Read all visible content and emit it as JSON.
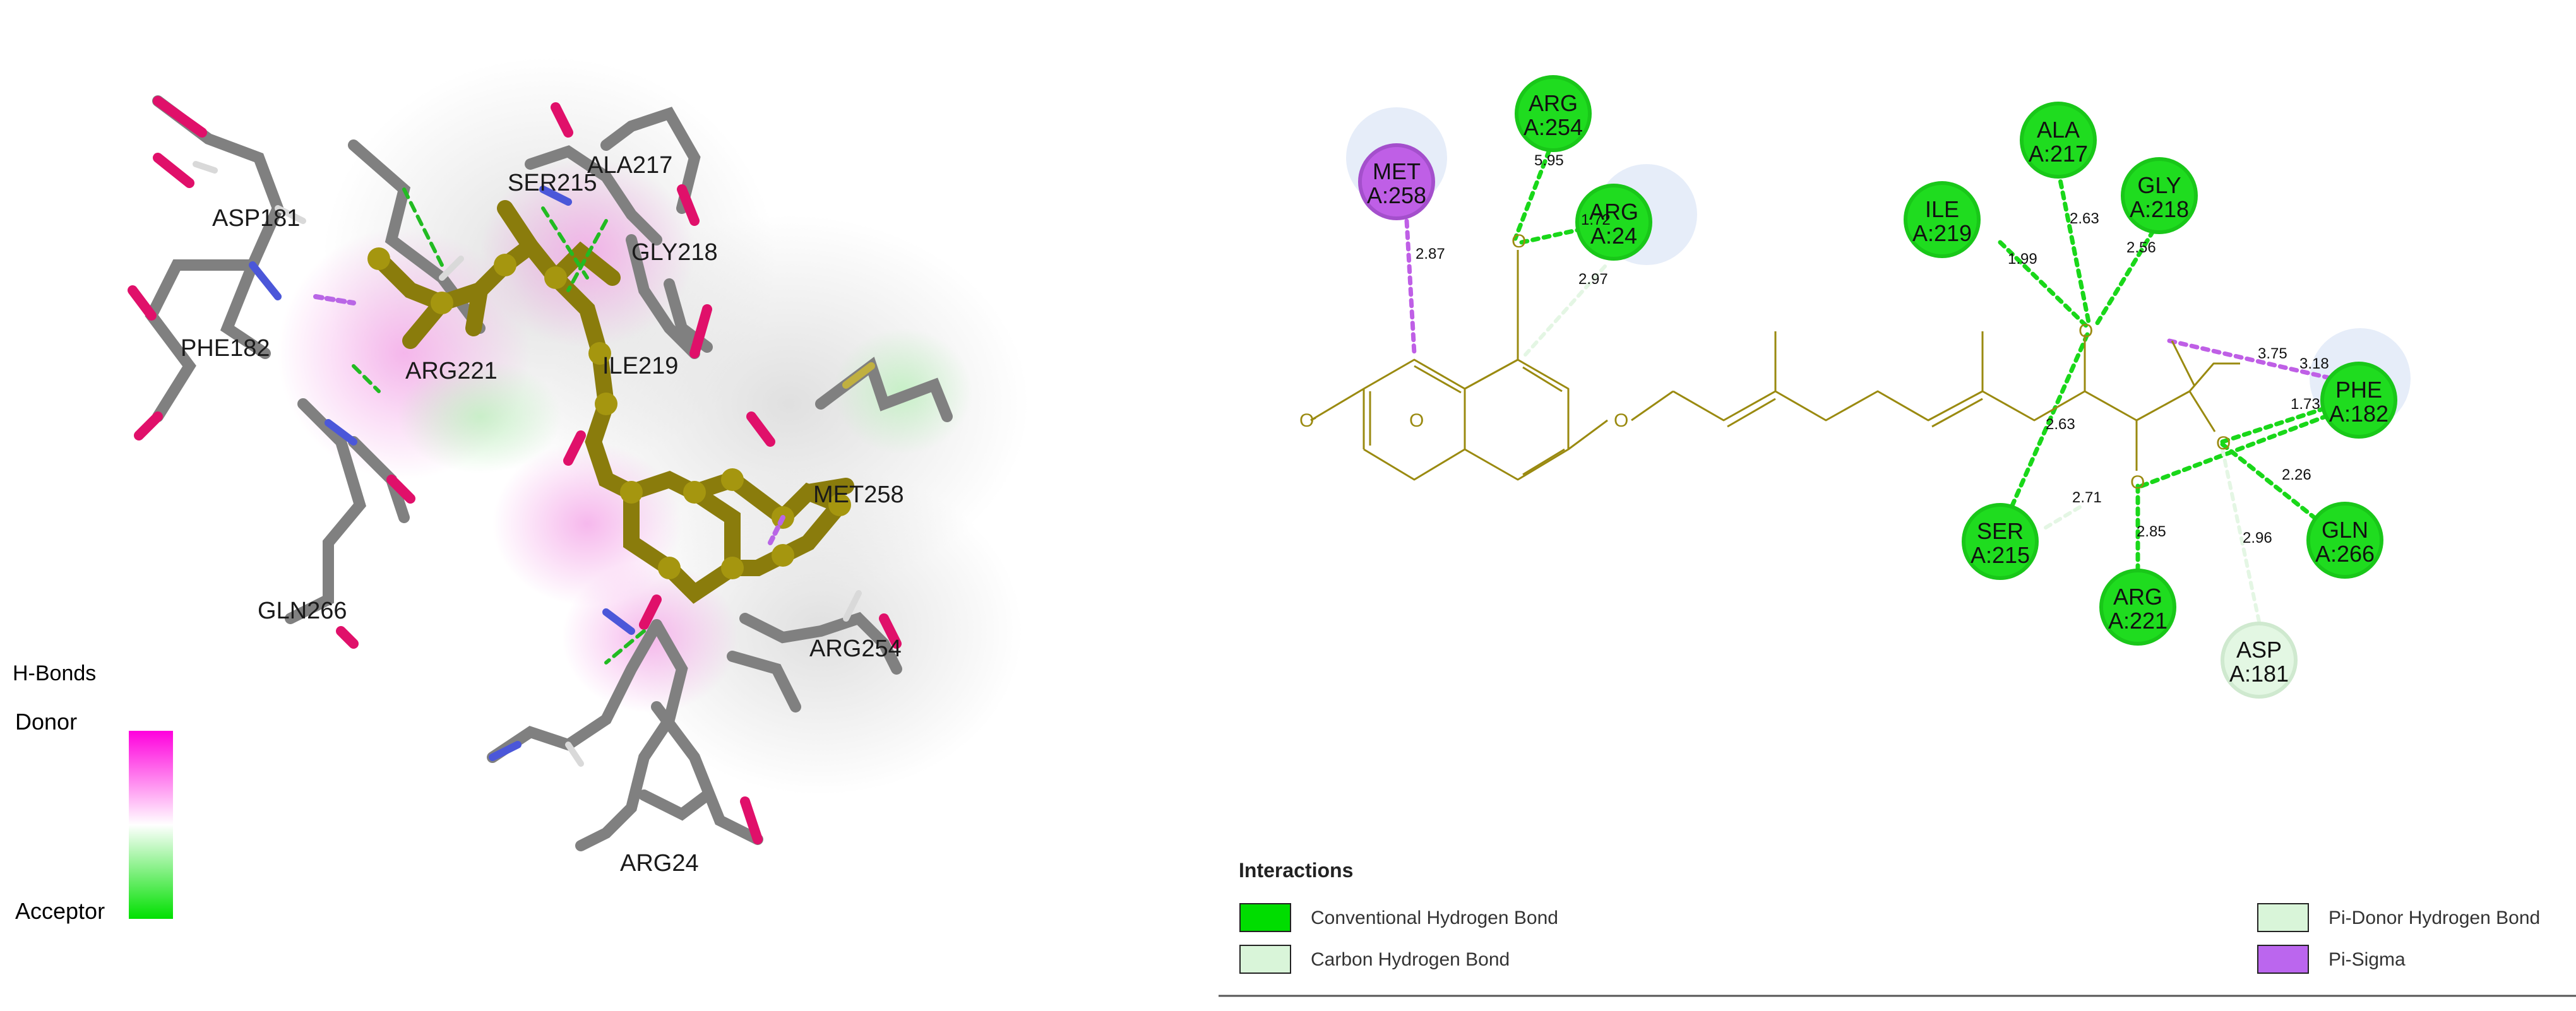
{
  "left_panel": {
    "residue_labels": [
      {
        "id": "asp181",
        "text": "ASP181"
      },
      {
        "id": "phe182",
        "text": "PHE182"
      },
      {
        "id": "ser215",
        "text": "SER215"
      },
      {
        "id": "ala217",
        "text": "ALA217"
      },
      {
        "id": "gly218",
        "text": "GLY218"
      },
      {
        "id": "arg221",
        "text": "ARG221"
      },
      {
        "id": "ile219",
        "text": "ILE219"
      },
      {
        "id": "met258",
        "text": "MET258"
      },
      {
        "id": "gln266",
        "text": "GLN266"
      },
      {
        "id": "arg254",
        "text": "ARG254"
      },
      {
        "id": "arg24",
        "text": "ARG24"
      }
    ],
    "legend": {
      "title": "H-Bonds",
      "top_label": "Donor",
      "bottom_label": "Acceptor",
      "colors": {
        "donor": "#ff00dd",
        "mid": "#ffffff",
        "acceptor": "#00e000"
      }
    }
  },
  "right_panel": {
    "residues": [
      {
        "id": "met258",
        "line1": "MET",
        "line2": "A:258",
        "type": "pi_sigma"
      },
      {
        "id": "arg254",
        "line1": "ARG",
        "line2": "A:254",
        "type": "conventional_hb"
      },
      {
        "id": "arg24",
        "line1": "ARG",
        "line2": "A:24",
        "type": "conventional_hb"
      },
      {
        "id": "ala217",
        "line1": "ALA",
        "line2": "A:217",
        "type": "conventional_hb"
      },
      {
        "id": "gly218",
        "line1": "GLY",
        "line2": "A:218",
        "type": "conventional_hb"
      },
      {
        "id": "ile219",
        "line1": "ILE",
        "line2": "A:219",
        "type": "conventional_hb"
      },
      {
        "id": "phe182",
        "line1": "PHE",
        "line2": "A:182",
        "type": "conventional_hb"
      },
      {
        "id": "gln266",
        "line1": "GLN",
        "line2": "A:266",
        "type": "conventional_hb"
      },
      {
        "id": "ser215",
        "line1": "SER",
        "line2": "A:215",
        "type": "conventional_hb"
      },
      {
        "id": "arg221",
        "line1": "ARG",
        "line2": "A:221",
        "type": "conventional_hb"
      },
      {
        "id": "asp181",
        "line1": "ASP",
        "line2": "A:181",
        "type": "carbon_hb"
      }
    ],
    "distances": [
      {
        "id": "d_met258",
        "text": "2.87"
      },
      {
        "id": "d_arg254",
        "text": "5.95"
      },
      {
        "id": "d_arg24a",
        "text": "1.72"
      },
      {
        "id": "d_arg24b",
        "text": "2.97"
      },
      {
        "id": "d_ile219",
        "text": "1.99"
      },
      {
        "id": "d_ala217",
        "text": "2.63"
      },
      {
        "id": "d_gly218",
        "text": "2.56"
      },
      {
        "id": "d_phe_a",
        "text": "3.75"
      },
      {
        "id": "d_phe_b",
        "text": "3.18"
      },
      {
        "id": "d_phe_c",
        "text": "1.73"
      },
      {
        "id": "d_ser215a",
        "text": "2.63"
      },
      {
        "id": "d_ser215b",
        "text": "2.71"
      },
      {
        "id": "d_gln266",
        "text": "2.26"
      },
      {
        "id": "d_arg221",
        "text": "2.85"
      },
      {
        "id": "d_asp181",
        "text": "2.96"
      }
    ],
    "atom_labels": [
      "O",
      "O",
      "O",
      "O",
      "O",
      "O",
      "O"
    ],
    "interactions": {
      "title": "Interactions",
      "items": [
        {
          "id": "conventional",
          "label": "Conventional Hydrogen Bond",
          "color": "#00dd00"
        },
        {
          "id": "carbon",
          "label": "Carbon Hydrogen Bond",
          "color": "#d9f5d9"
        },
        {
          "id": "pidonor",
          "label": "Pi-Donor Hydrogen Bond",
          "color": "#d9f5d9"
        },
        {
          "id": "pisigma",
          "label": "Pi-Sigma",
          "color": "#bb66ee"
        }
      ]
    },
    "colors": {
      "conventional": "#1fdc1f",
      "carbon": "#e3f7e3",
      "pi_sigma": "#bf5fe6",
      "ligand": "#9a8a10",
      "halo": "#e4ecfa"
    }
  }
}
